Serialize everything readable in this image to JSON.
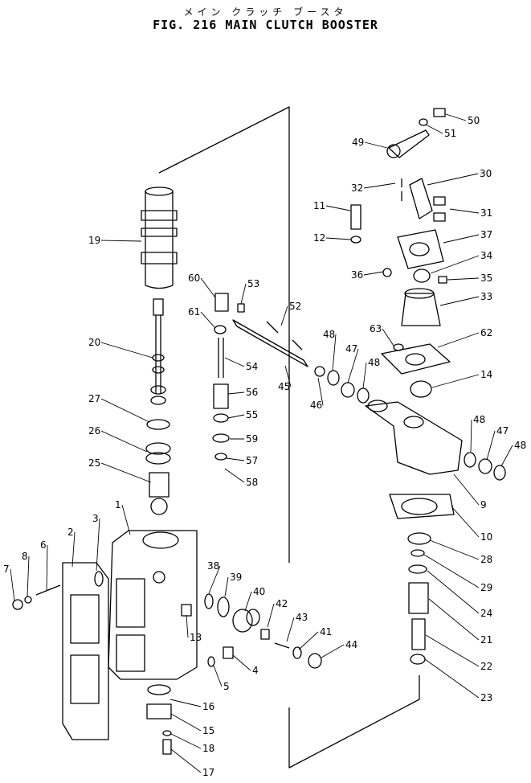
{
  "figure": {
    "title_jp": "メイン クラッチ ブースタ",
    "title": "FIG. 216  MAIN  CLUTCH  BOOSTER"
  },
  "callouts": [
    "1",
    "2",
    "3",
    "4",
    "5",
    "6",
    "7",
    "8",
    "9",
    "10",
    "11",
    "12",
    "13",
    "14",
    "15",
    "16",
    "17",
    "18",
    "19",
    "20",
    "21",
    "22",
    "23",
    "24",
    "25",
    "26",
    "27",
    "28",
    "29",
    "30",
    "31",
    "32",
    "33",
    "34",
    "35",
    "36",
    "37",
    "38",
    "39",
    "40",
    "41",
    "42",
    "43",
    "44",
    "45",
    "46",
    "47",
    "48",
    "49",
    "50",
    "51",
    "52",
    "53",
    "54",
    "55",
    "56",
    "57",
    "58",
    "59",
    "60",
    "61",
    "62",
    "63"
  ]
}
